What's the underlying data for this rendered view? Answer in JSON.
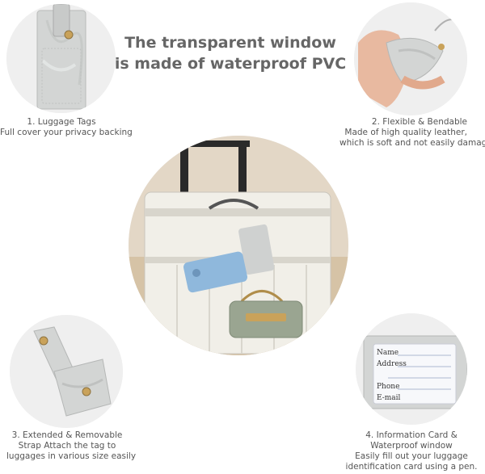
{
  "heading": {
    "line1": "The transparent window",
    "line2": "is made of waterproof PVC"
  },
  "features": [
    {
      "lines": [
        "1. Luggage Tags",
        "Full cover your privacy backing"
      ]
    },
    {
      "lines": [
        "2. Flexible & Bendable",
        "Made of high quality leather,",
        "which is soft and not easily damaged"
      ]
    },
    {
      "lines": [
        "3. Extended & Removable",
        "Strap Attach the tag to",
        "luggages in various size easily"
      ]
    },
    {
      "lines": [
        "4. Information Card &",
        "Waterproof window",
        "Easily fill out your luggage",
        "identification card using a pen."
      ]
    }
  ],
  "info_card": {
    "fields": [
      "Name",
      "Address",
      "Phone",
      "E-mail"
    ]
  },
  "colors": {
    "marble": "#d3d5d4",
    "suitcase": "#f1efe8",
    "phone": "#8fb8dc",
    "handbag": "#9aa591",
    "heading": "#666666",
    "caption": "#555555"
  }
}
